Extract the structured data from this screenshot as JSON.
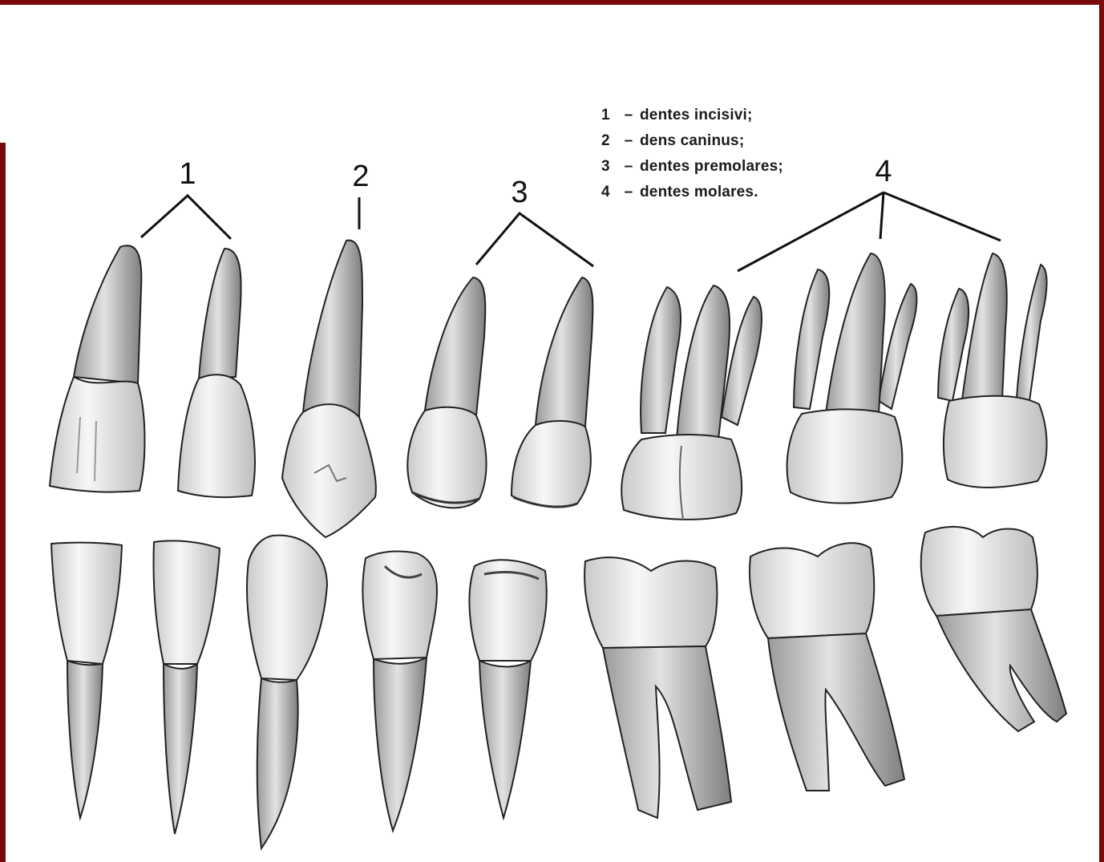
{
  "legend": [
    {
      "number": "1",
      "dash": "–",
      "label": "dentes incisivi;"
    },
    {
      "number": "2",
      "dash": "–",
      "label": "dens caninus;"
    },
    {
      "number": "3",
      "dash": "–",
      "label": "dentes premolares;"
    },
    {
      "number": "4",
      "dash": "–",
      "label": "dentes molares."
    }
  ],
  "groups": [
    {
      "number": "1"
    },
    {
      "number": "2"
    },
    {
      "number": "3"
    },
    {
      "number": "4"
    }
  ],
  "colors": {
    "frame": "#7a0a0a",
    "background": "#ffffff",
    "ink": "#111111",
    "enamel": "#f0f0f0",
    "root": "#cfcfcf",
    "shadow": "#8c8c8c"
  }
}
